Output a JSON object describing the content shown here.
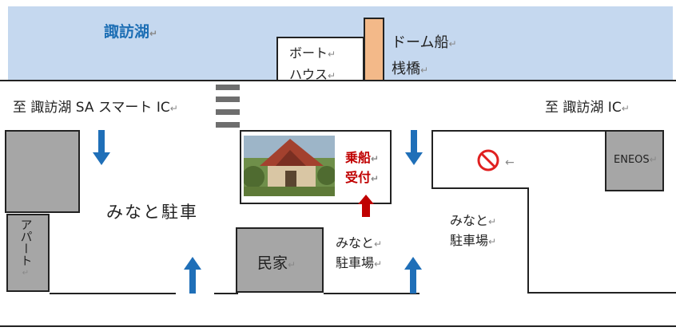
{
  "lake": {
    "name": "諏訪湖"
  },
  "boathouse": {
    "line1": "ボート",
    "line2": "ハウス"
  },
  "pier": {
    "line1": "ドーム船",
    "line2": "桟橋"
  },
  "directions": {
    "left": "至 諏訪湖 SA スマート IC",
    "right": "至 諏訪湖 IC"
  },
  "reception": {
    "line1": "乗船",
    "line2": "受付"
  },
  "buildings": {
    "apart": "アパート",
    "minka": "民家",
    "eneos": "ENEOS"
  },
  "parking": {
    "main": "みなと駐車",
    "middle_line1": "みなと",
    "middle_line2": "駐車場",
    "right_line1": "みなと",
    "right_line2": "駐車場"
  },
  "icons": [
    "no-entry-icon",
    "arrow-down-icon",
    "arrow-up-icon",
    "return-mark-icon"
  ],
  "colors": {
    "lake": "#c5d8ef",
    "pier": "#f3b989",
    "arrow_blue": "#1f6fb8",
    "arrow_red": "#c00000",
    "building": "#a6a6a6"
  }
}
